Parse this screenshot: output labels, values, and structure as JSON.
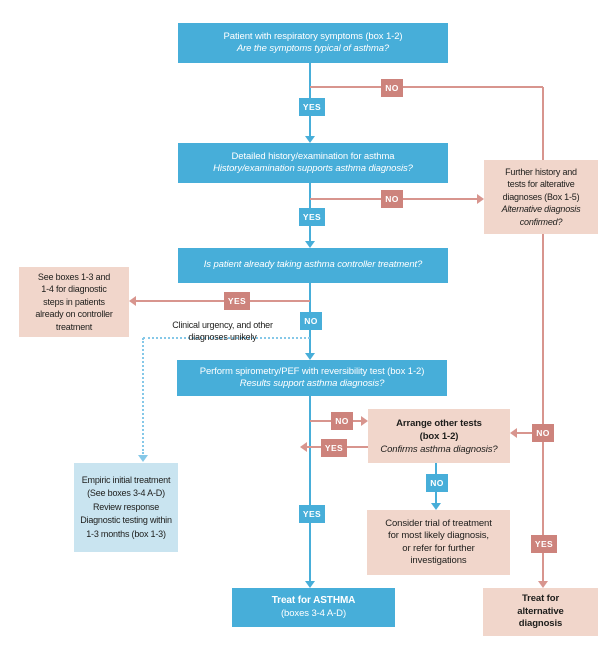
{
  "labels": {
    "yes": "YES",
    "no": "NO"
  },
  "colors": {
    "blue": "#47AED9",
    "light_blue_box": "#C9E4F0",
    "salmon_badge": "#CD837C",
    "salmon_box": "#F1D6CB",
    "salmon_line": "#D8958E",
    "dotted_blue": "#85C8E8",
    "text_dark": "#1d1d1b"
  },
  "nodes": {
    "patient": {
      "line1": "Patient with respiratory symptoms (box 1-2)",
      "line2": "Are the symptoms typical of asthma?"
    },
    "history": {
      "line1": "Detailed history/examination for asthma",
      "line2": "History/examination supports asthma diagnosis?"
    },
    "controller": {
      "line1": "Is patient already taking asthma controller treatment?"
    },
    "spirometry": {
      "line1": "Perform spirometry/PEF with reversibility test (box 1-2)",
      "line2": "Results support asthma diagnosis?"
    },
    "further": {
      "lines": [
        "Further history and",
        "tests for alterative",
        "diagnoses (Box 1-5)"
      ],
      "italic": [
        "Alternative diagnosis",
        "confirmed?"
      ]
    },
    "see_boxes": {
      "lines": [
        "See boxes 1-3 and",
        "1-4 for diagnostic",
        "steps in patients",
        "already on controller",
        "treatment"
      ]
    },
    "clinical_note": {
      "lines": [
        "Clinical urgency, and other",
        "diagnoses unikely"
      ]
    },
    "empiric": {
      "lines": [
        "Empiric initial treatment",
        "(See boxes 3-4 A-D)",
        "Review response",
        "Diagnostic testing within",
        "1-3 months (box 1-3)"
      ]
    },
    "arrange": {
      "bold": [
        "Arrange other tests",
        "(box 1-2)"
      ],
      "italic": "Confirms asthma diagnosis?"
    },
    "consider": {
      "lines": [
        "Consider trial of treatment",
        "for most likely diagnosis,",
        "or refer for further",
        "investigations"
      ]
    },
    "treat_asthma": {
      "bold": "Treat for ASTHMA",
      "line2": "(boxes 3-4 A-D)"
    },
    "treat_alt": {
      "lines": [
        "Treat for",
        "alternative",
        "diagnosis"
      ]
    }
  }
}
